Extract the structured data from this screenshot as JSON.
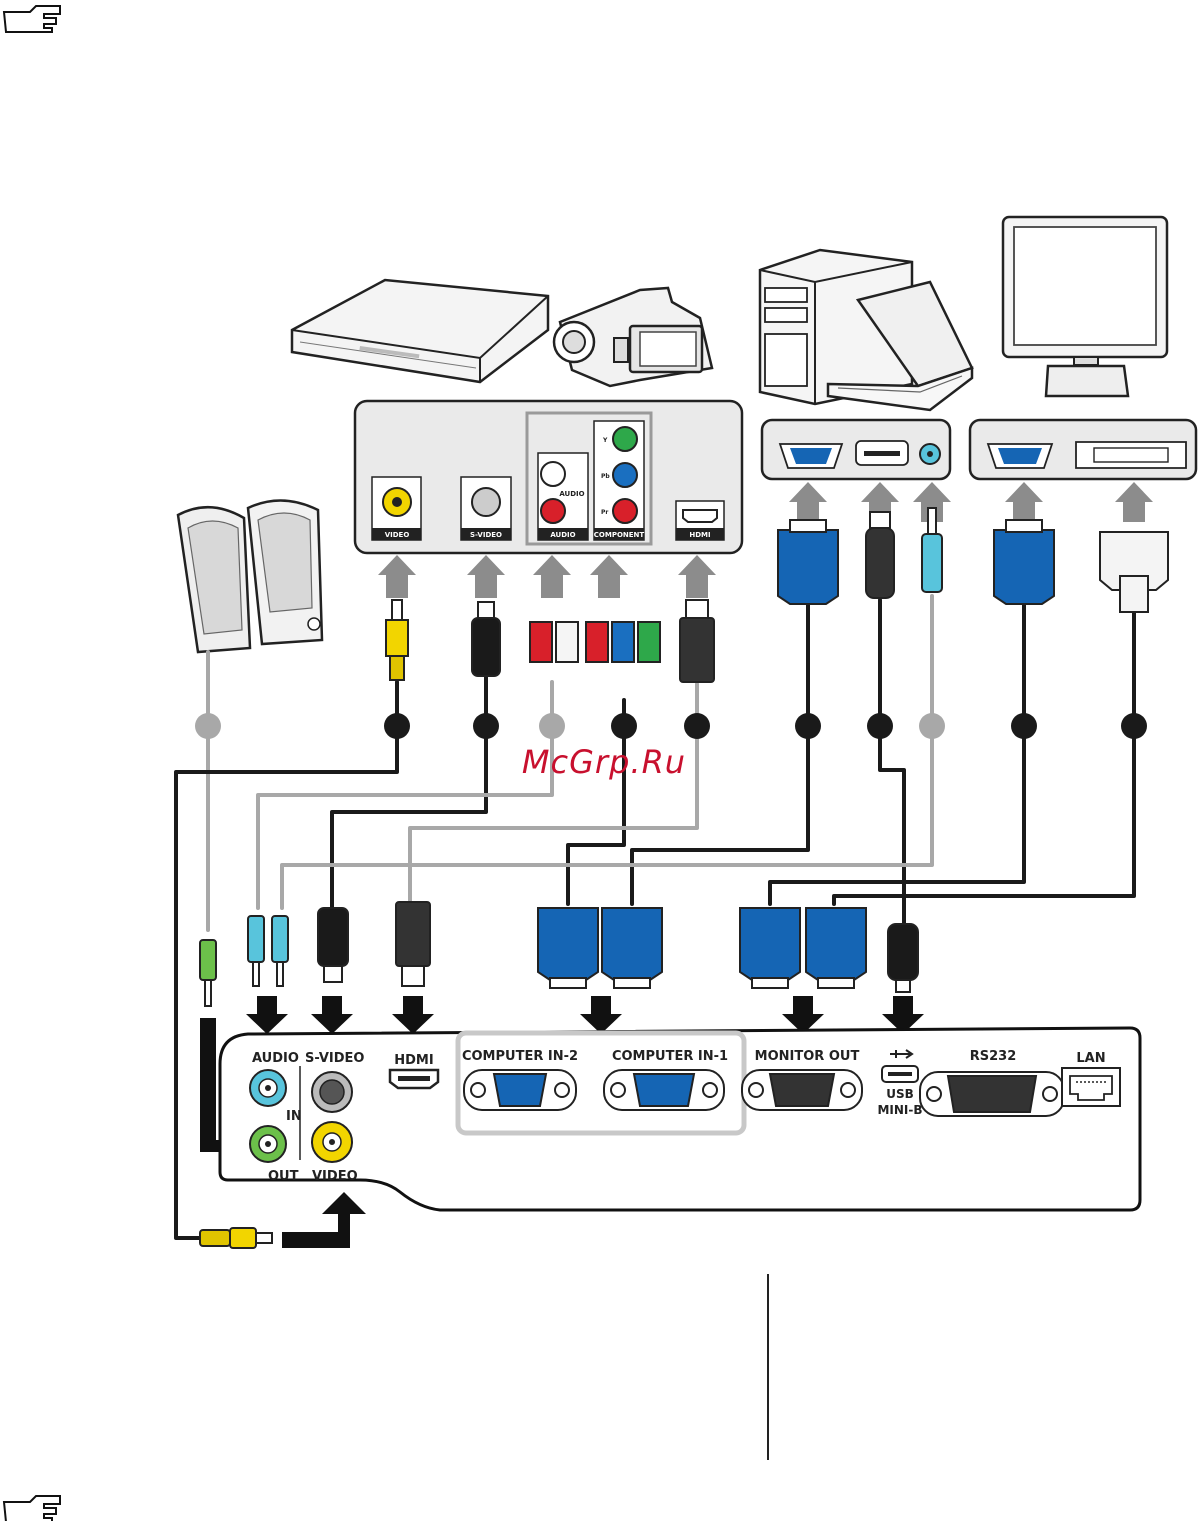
{
  "watermark": "McGrp.Ru",
  "ports": {
    "audio": "AUDIO",
    "s_video": "S-VIDEO",
    "in": "IN",
    "out": "OUT",
    "video": "VIDEO",
    "hdmi": "HDMI",
    "computer_in_2": "COMPUTER IN-2",
    "computer_in_1": "COMPUTER IN-1",
    "monitor_out": "MONITOR  OUT",
    "usb_line1": "USB",
    "usb_line2": "MINI-B",
    "rs232": "RS232",
    "lan": "LAN"
  },
  "source_panel": {
    "video": "VIDEO",
    "s_video": "S-VIDEO",
    "audio": "AUDIO",
    "audio_small": "AUDIO",
    "component": "COMPONENT",
    "hdmi": "HDMI",
    "y": "Y",
    "pb": "Pb",
    "pr": "Pr"
  },
  "colors": {
    "vga_blue": "#1565b4",
    "cable_black": "#1a1a1a",
    "cable_gray": "#a8a8a8",
    "audio_cyan": "#58c4dc",
    "audio_green": "#6cc04a",
    "video_yellow": "#f2d500",
    "rca_red": "#d8202a",
    "component_blue": "#1a6fc0",
    "component_green": "#2ea84a"
  },
  "icons": [
    "hand-pointer-icon",
    "dvd-player-icon",
    "camcorder-icon",
    "desktop-pc-icon",
    "laptop-icon",
    "lcd-monitor-icon",
    "speakers-icon",
    "usb-symbol-icon",
    "lan-port-icon"
  ]
}
